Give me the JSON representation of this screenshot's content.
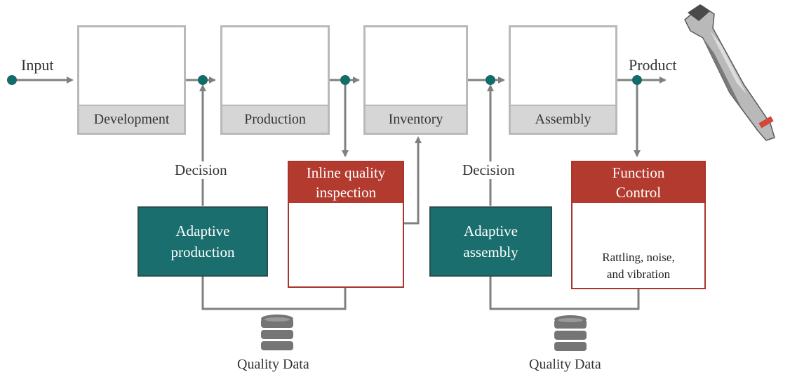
{
  "io": {
    "input": "Input",
    "product": "Product"
  },
  "stages": [
    {
      "label": "Development",
      "icon": "fem-simulation-icon"
    },
    {
      "label": "Production",
      "icon": "robot-arm-icon"
    },
    {
      "label": "Inventory",
      "icon": "parts-crate-icon"
    },
    {
      "label": "Assembly",
      "icon": "gears-icon"
    }
  ],
  "decisions": {
    "left": "Decision",
    "right": "Decision"
  },
  "adaptive": {
    "production": [
      "Adaptive",
      "production"
    ],
    "assembly": [
      "Adaptive",
      "assembly"
    ]
  },
  "inspection": {
    "title": [
      "Inline quality",
      "inspection"
    ],
    "icon": "microscope-icon"
  },
  "function_control": {
    "title": [
      "Function",
      "Control"
    ],
    "caption": [
      "Rattling, noise,",
      "and vibration"
    ],
    "icon": "sound-wave-icon"
  },
  "quality_data": {
    "left": "Quality Data",
    "right": "Quality Data",
    "icon": "database-icon"
  },
  "colors": {
    "teal": "#1b6e6e",
    "red": "#b33a2e",
    "connector": "#808080",
    "node": "#146b6b"
  }
}
